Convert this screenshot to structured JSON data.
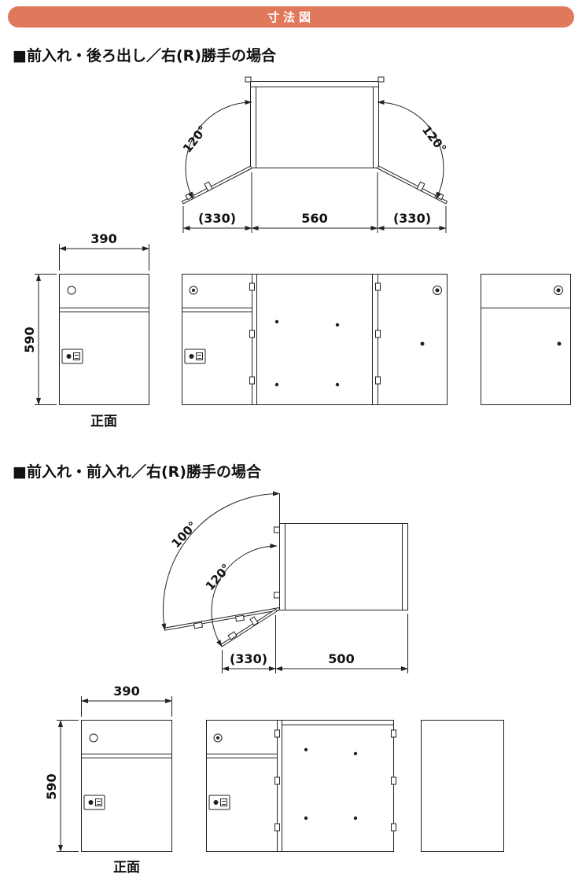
{
  "header": {
    "title": "寸法図",
    "accent_color": "#E0795B",
    "text_color": "#ffffff"
  },
  "section1": {
    "title": "■前入れ・後ろ出し／右(R)勝手の場合",
    "plan_view": {
      "angle_left": "120°",
      "angle_right": "120°",
      "dim_left_door": "(330)",
      "dim_body_width": "560",
      "dim_right_door": "(330)"
    },
    "front_view": {
      "dim_width": "390",
      "dim_height": "590",
      "caption": "正面"
    }
  },
  "section2": {
    "title": "■前入れ・前入れ／右(R)勝手の場合",
    "plan_view": {
      "angle_main_door": "100°",
      "angle_inner_door": "120°",
      "dim_door": "(330)",
      "dim_body_depth": "500"
    },
    "front_view": {
      "dim_width": "390",
      "dim_height": "590",
      "caption": "正面"
    }
  }
}
